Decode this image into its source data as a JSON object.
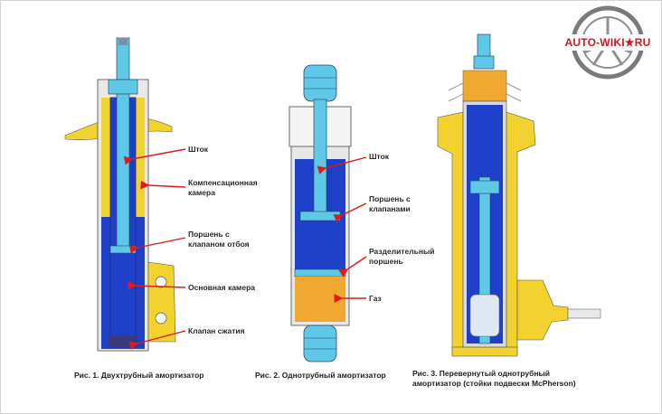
{
  "logo": {
    "text": "AUTO-WIKI★RU"
  },
  "figures": [
    {
      "caption": "Рис. 1. Двухтрубный амортизатор",
      "labels": [
        "Шток",
        "Компенсационная",
        "камера",
        "Поршень с",
        "клапаном отбоя",
        "Основная камера",
        "Клапан сжатия"
      ]
    },
    {
      "caption": "Рис. 2. Однотрубный амортизатор",
      "labels": [
        "Шток",
        "Поршень с",
        "клапанами",
        "Разделительный",
        "поршень",
        "Газ"
      ]
    },
    {
      "caption_line1": "Рис. 3. Перевернутый однотрубный",
      "caption_line2": "амортизатор (стойки подвески McPherson)"
    }
  ],
  "colors": {
    "blue": "#1e40c8",
    "cyan": "#5ec8e6",
    "yellow": "#f2d22e",
    "orange": "#f0a830",
    "arrow": "#e01a1a"
  }
}
